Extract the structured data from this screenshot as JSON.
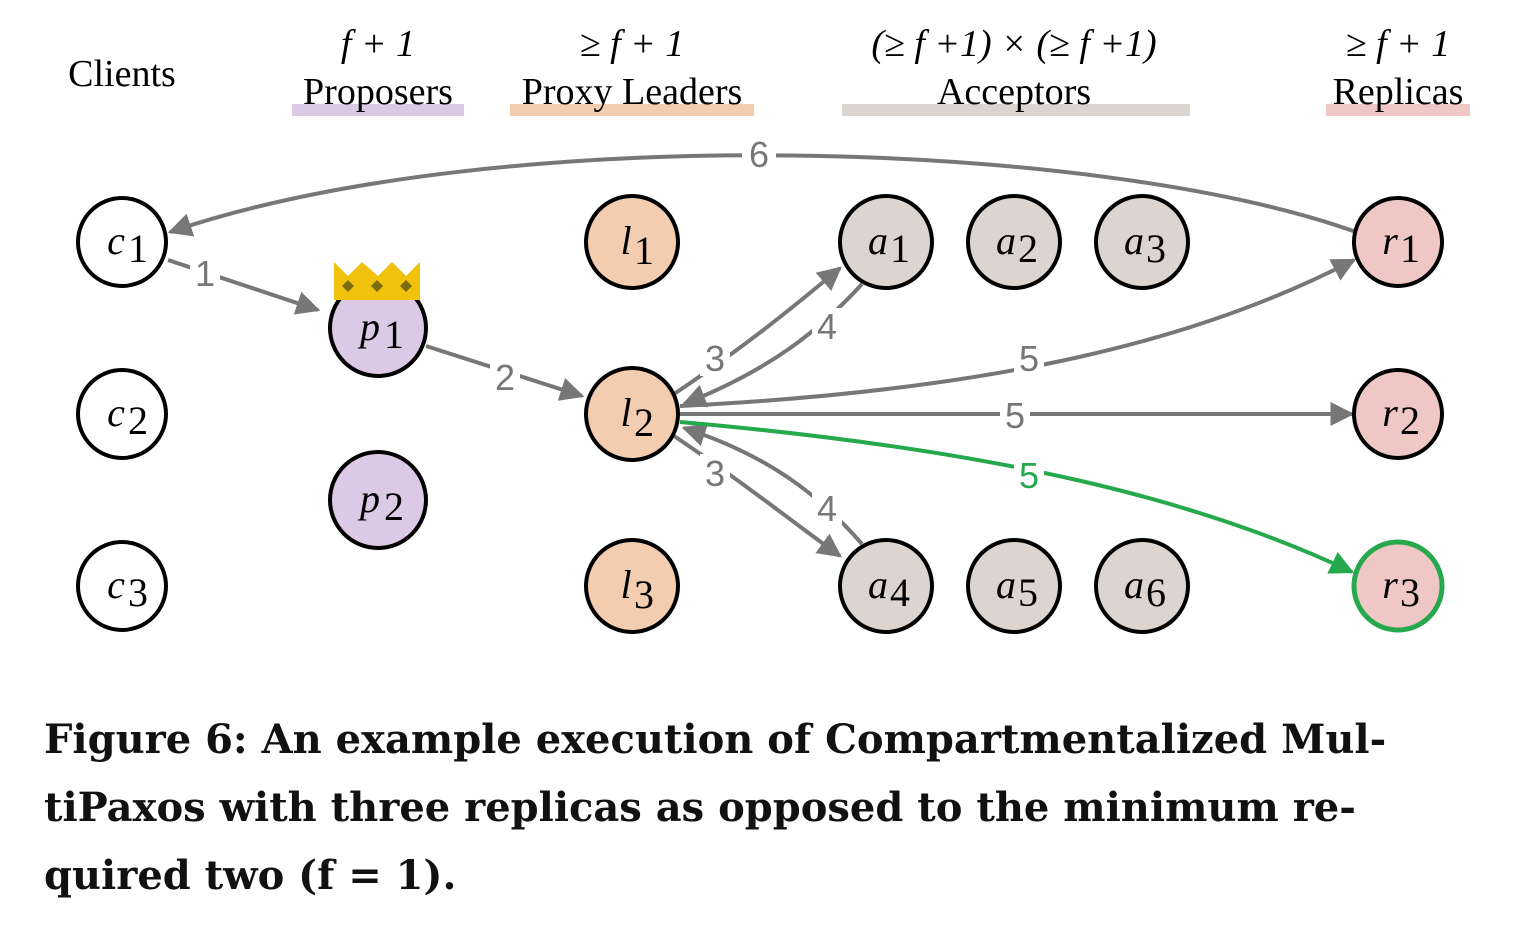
{
  "headers": {
    "clients": "Clients",
    "proposers_count": "f + 1",
    "proposers": "Proposers",
    "proxy_count": "≥ f + 1",
    "proxy": "Proxy Leaders",
    "acceptors_count": "(≥ f +1) × (≥ f +1)",
    "acceptors": "Acceptors",
    "replicas_count": "≥ f + 1",
    "replicas": "Replicas"
  },
  "colors": {
    "proposer": "#dcc9e6",
    "proxy": "#f2cdb0",
    "acceptor": "#dcd5cf",
    "replica": "#efc7c5",
    "arrow": "#777777",
    "highlight": "#26a84d",
    "crown": "#f0c20e"
  },
  "nodes": {
    "c1": {
      "base": "c",
      "sub": "1"
    },
    "c2": {
      "base": "c",
      "sub": "2"
    },
    "c3": {
      "base": "c",
      "sub": "3"
    },
    "p1": {
      "base": "p",
      "sub": "1"
    },
    "p2": {
      "base": "p",
      "sub": "2"
    },
    "l1": {
      "base": "l",
      "sub": "1"
    },
    "l2": {
      "base": "l",
      "sub": "2"
    },
    "l3": {
      "base": "l",
      "sub": "3"
    },
    "a1": {
      "base": "a",
      "sub": "1"
    },
    "a2": {
      "base": "a",
      "sub": "2"
    },
    "a3": {
      "base": "a",
      "sub": "3"
    },
    "a4": {
      "base": "a",
      "sub": "4"
    },
    "a5": {
      "base": "a",
      "sub": "5"
    },
    "a6": {
      "base": "a",
      "sub": "6"
    },
    "r1": {
      "base": "r",
      "sub": "1"
    },
    "r2": {
      "base": "r",
      "sub": "2"
    },
    "r3": {
      "base": "r",
      "sub": "3"
    }
  },
  "message_labels": {
    "m1": "1",
    "m2": "2",
    "m3a": "3",
    "m4a": "4",
    "m3b": "3",
    "m4b": "4",
    "m5a": "5",
    "m5b": "5",
    "m5c": "5",
    "m6": "6"
  },
  "caption": {
    "line1": "Figure 6: An example execution of Compartmentalized Mul-",
    "line2": "tiPaxos with three replicas as opposed to the minimum re-",
    "line3": "quired two (f = 1)."
  }
}
